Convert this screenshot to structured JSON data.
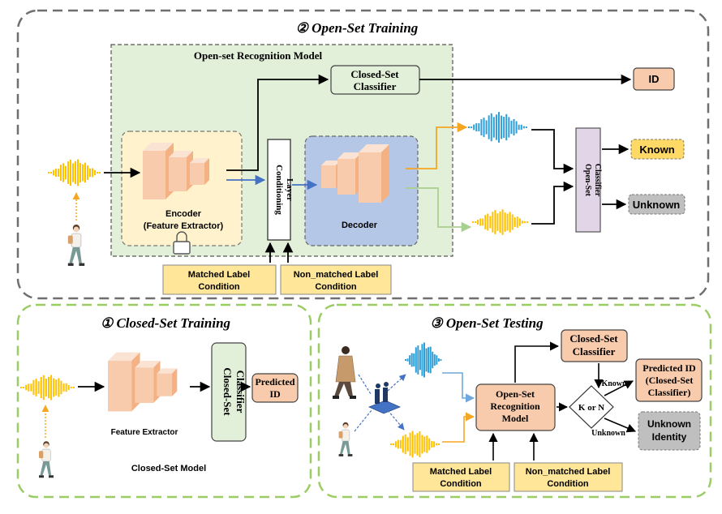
{
  "colors": {
    "panel_border": "#6f6f6f",
    "panel_border_green": "#9ccc65",
    "orm_fill": "#e2efd9",
    "encoder_fill": "#fff2cc",
    "decoder_fill": "#b4c7e7",
    "salmon": "#f8cbad",
    "yellow_box": "#ffe699",
    "known_fill": "#ffd966",
    "unknown_fill": "#bfbfbf",
    "purple": "#e1d5e7",
    "light_green": "#e2efd9",
    "arrow_blue": "#4472c4",
    "arrow_orange": "#f4b183",
    "arrow_green": "#a9d18e",
    "wave_yellow": "#ffc000",
    "wave_blue": "#2e9ed6"
  },
  "open_training": {
    "title": "② Open-Set Training",
    "orm_title": "Open-set Recognition Model",
    "closed_classifier_line1": "Closed-Set",
    "closed_classifier_line2": "Classifier",
    "id_label": "ID",
    "encoder_line1": "Encoder",
    "encoder_line2": "(Feature Extractor)",
    "conditioning_line1": "Conditioning",
    "conditioning_line2": "Layer",
    "decoder_label": "Decoder",
    "open_classifier_line1": "Open-Set",
    "open_classifier_line2": "Classifier",
    "known_label": "Known",
    "unknown_label": "Unknown",
    "matched_line1": "Matched Label",
    "matched_line2": "Condition",
    "nonmatched_line1": "Non_matched Label",
    "nonmatched_line2": "Condition"
  },
  "closed_training": {
    "title": "① Closed-Set Training",
    "feature_extractor": "Feature Extractor",
    "classifier_line1": "Closed-Set",
    "classifier_line2": "Classifier",
    "predicted_line1": "Predicted",
    "predicted_line2": "ID",
    "model_caption": "Closed-Set Model"
  },
  "open_testing": {
    "title": "③ Open-Set Testing",
    "closed_classifier_line1": "Closed-Set",
    "closed_classifier_line2": "Classifier",
    "orm_line1": "Open-Set",
    "orm_line2": "Recognition",
    "orm_line3": "Model",
    "decision_label": "K or N",
    "known_label": "Known",
    "unknown_label": "Unknown",
    "predicted_line1": "Predicted ID",
    "predicted_line2": "(Closed-Set",
    "predicted_line3": "Classifier)",
    "unknown_identity_line1": "Unknown",
    "unknown_identity_line2": "Identity",
    "matched_line1": "Matched Label",
    "matched_line2": "Condition",
    "nonmatched_line1": "Non_matched Label",
    "nonmatched_line2": "Condition"
  }
}
